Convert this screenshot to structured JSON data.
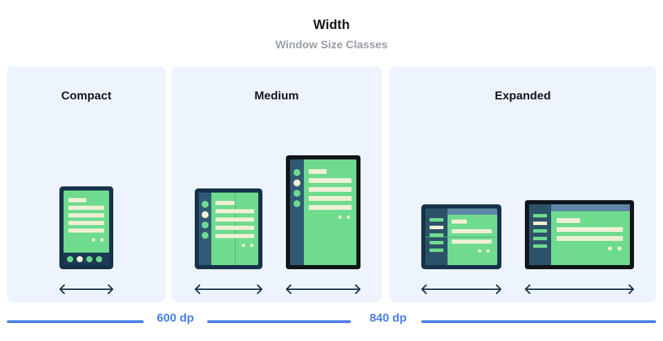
{
  "header": {
    "title": "Width",
    "subtitle": "Window Size Classes"
  },
  "panels": [
    {
      "id": "compact",
      "title": "Compact"
    },
    {
      "id": "medium",
      "title": "Medium"
    },
    {
      "id": "expanded",
      "title": "Expanded"
    }
  ],
  "devices": {
    "phone": {
      "name": "phone-portrait"
    },
    "foldable_portrait": {
      "name": "foldable-portrait"
    },
    "tablet_portrait": {
      "name": "tablet-portrait"
    },
    "foldable_landscape": {
      "name": "foldable-landscape"
    },
    "tablet_landscape": {
      "name": "tablet-landscape"
    }
  },
  "scale": {
    "breakpoints": [
      {
        "label": "600 dp"
      },
      {
        "label": "840 dp"
      }
    ]
  },
  "colors": {
    "panel_bg": "#edf4fd",
    "accent_blue": "#4a7fe8",
    "screen_green": "#6edb8f",
    "frame_navy": "#17324a",
    "frame_black": "#111418",
    "sidebar_slate": "#2f5a73",
    "content_cream": "#eef0d4",
    "title_dark": "#15171a",
    "subtitle_gray": "#9aa0a6"
  }
}
